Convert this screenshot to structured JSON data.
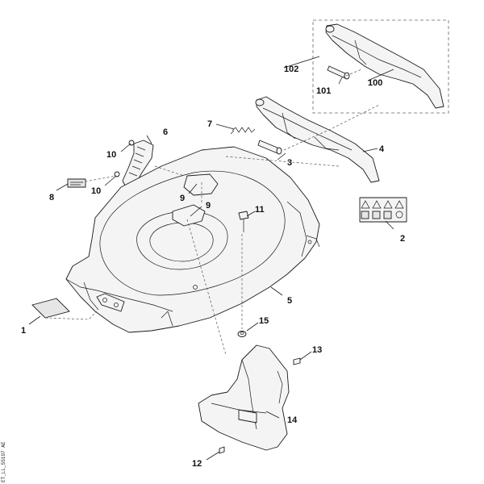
{
  "diagram": {
    "callouts": {
      "c1": "1",
      "c2": "2",
      "c3": "3",
      "c4": "4",
      "c5": "5",
      "c6": "6",
      "c7": "7",
      "c8": "8",
      "c9a": "9",
      "c9b": "9",
      "c10a": "10",
      "c10b": "10",
      "c11": "11",
      "c12": "12",
      "c13": "13",
      "c14": "14",
      "c15": "15",
      "c100": "100",
      "c101": "101",
      "c102": "102"
    },
    "drawing_code_line1": "ET_LL_55107",
    "drawing_code_line2": "AE"
  }
}
